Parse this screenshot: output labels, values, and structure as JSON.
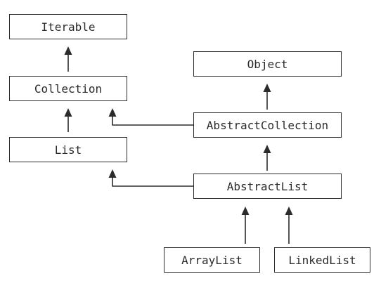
{
  "colors": {
    "stroke": "#2b2b2b",
    "background": "#ffffff"
  },
  "nodes": {
    "iterable": "Iterable",
    "collection": "Collection",
    "list": "List",
    "object": "Object",
    "abstract_collection": "AbstractCollection",
    "abstract_list": "AbstractList",
    "array_list": "ArrayList",
    "linked_list": "LinkedList"
  },
  "edges": [
    {
      "from": "collection",
      "to": "iterable"
    },
    {
      "from": "list",
      "to": "collection"
    },
    {
      "from": "abstract_collection",
      "to": "object"
    },
    {
      "from": "abstract_collection",
      "to": "collection"
    },
    {
      "from": "abstract_list",
      "to": "abstract_collection"
    },
    {
      "from": "abstract_list",
      "to": "list"
    },
    {
      "from": "array_list",
      "to": "abstract_list"
    },
    {
      "from": "linked_list",
      "to": "abstract_list"
    }
  ]
}
